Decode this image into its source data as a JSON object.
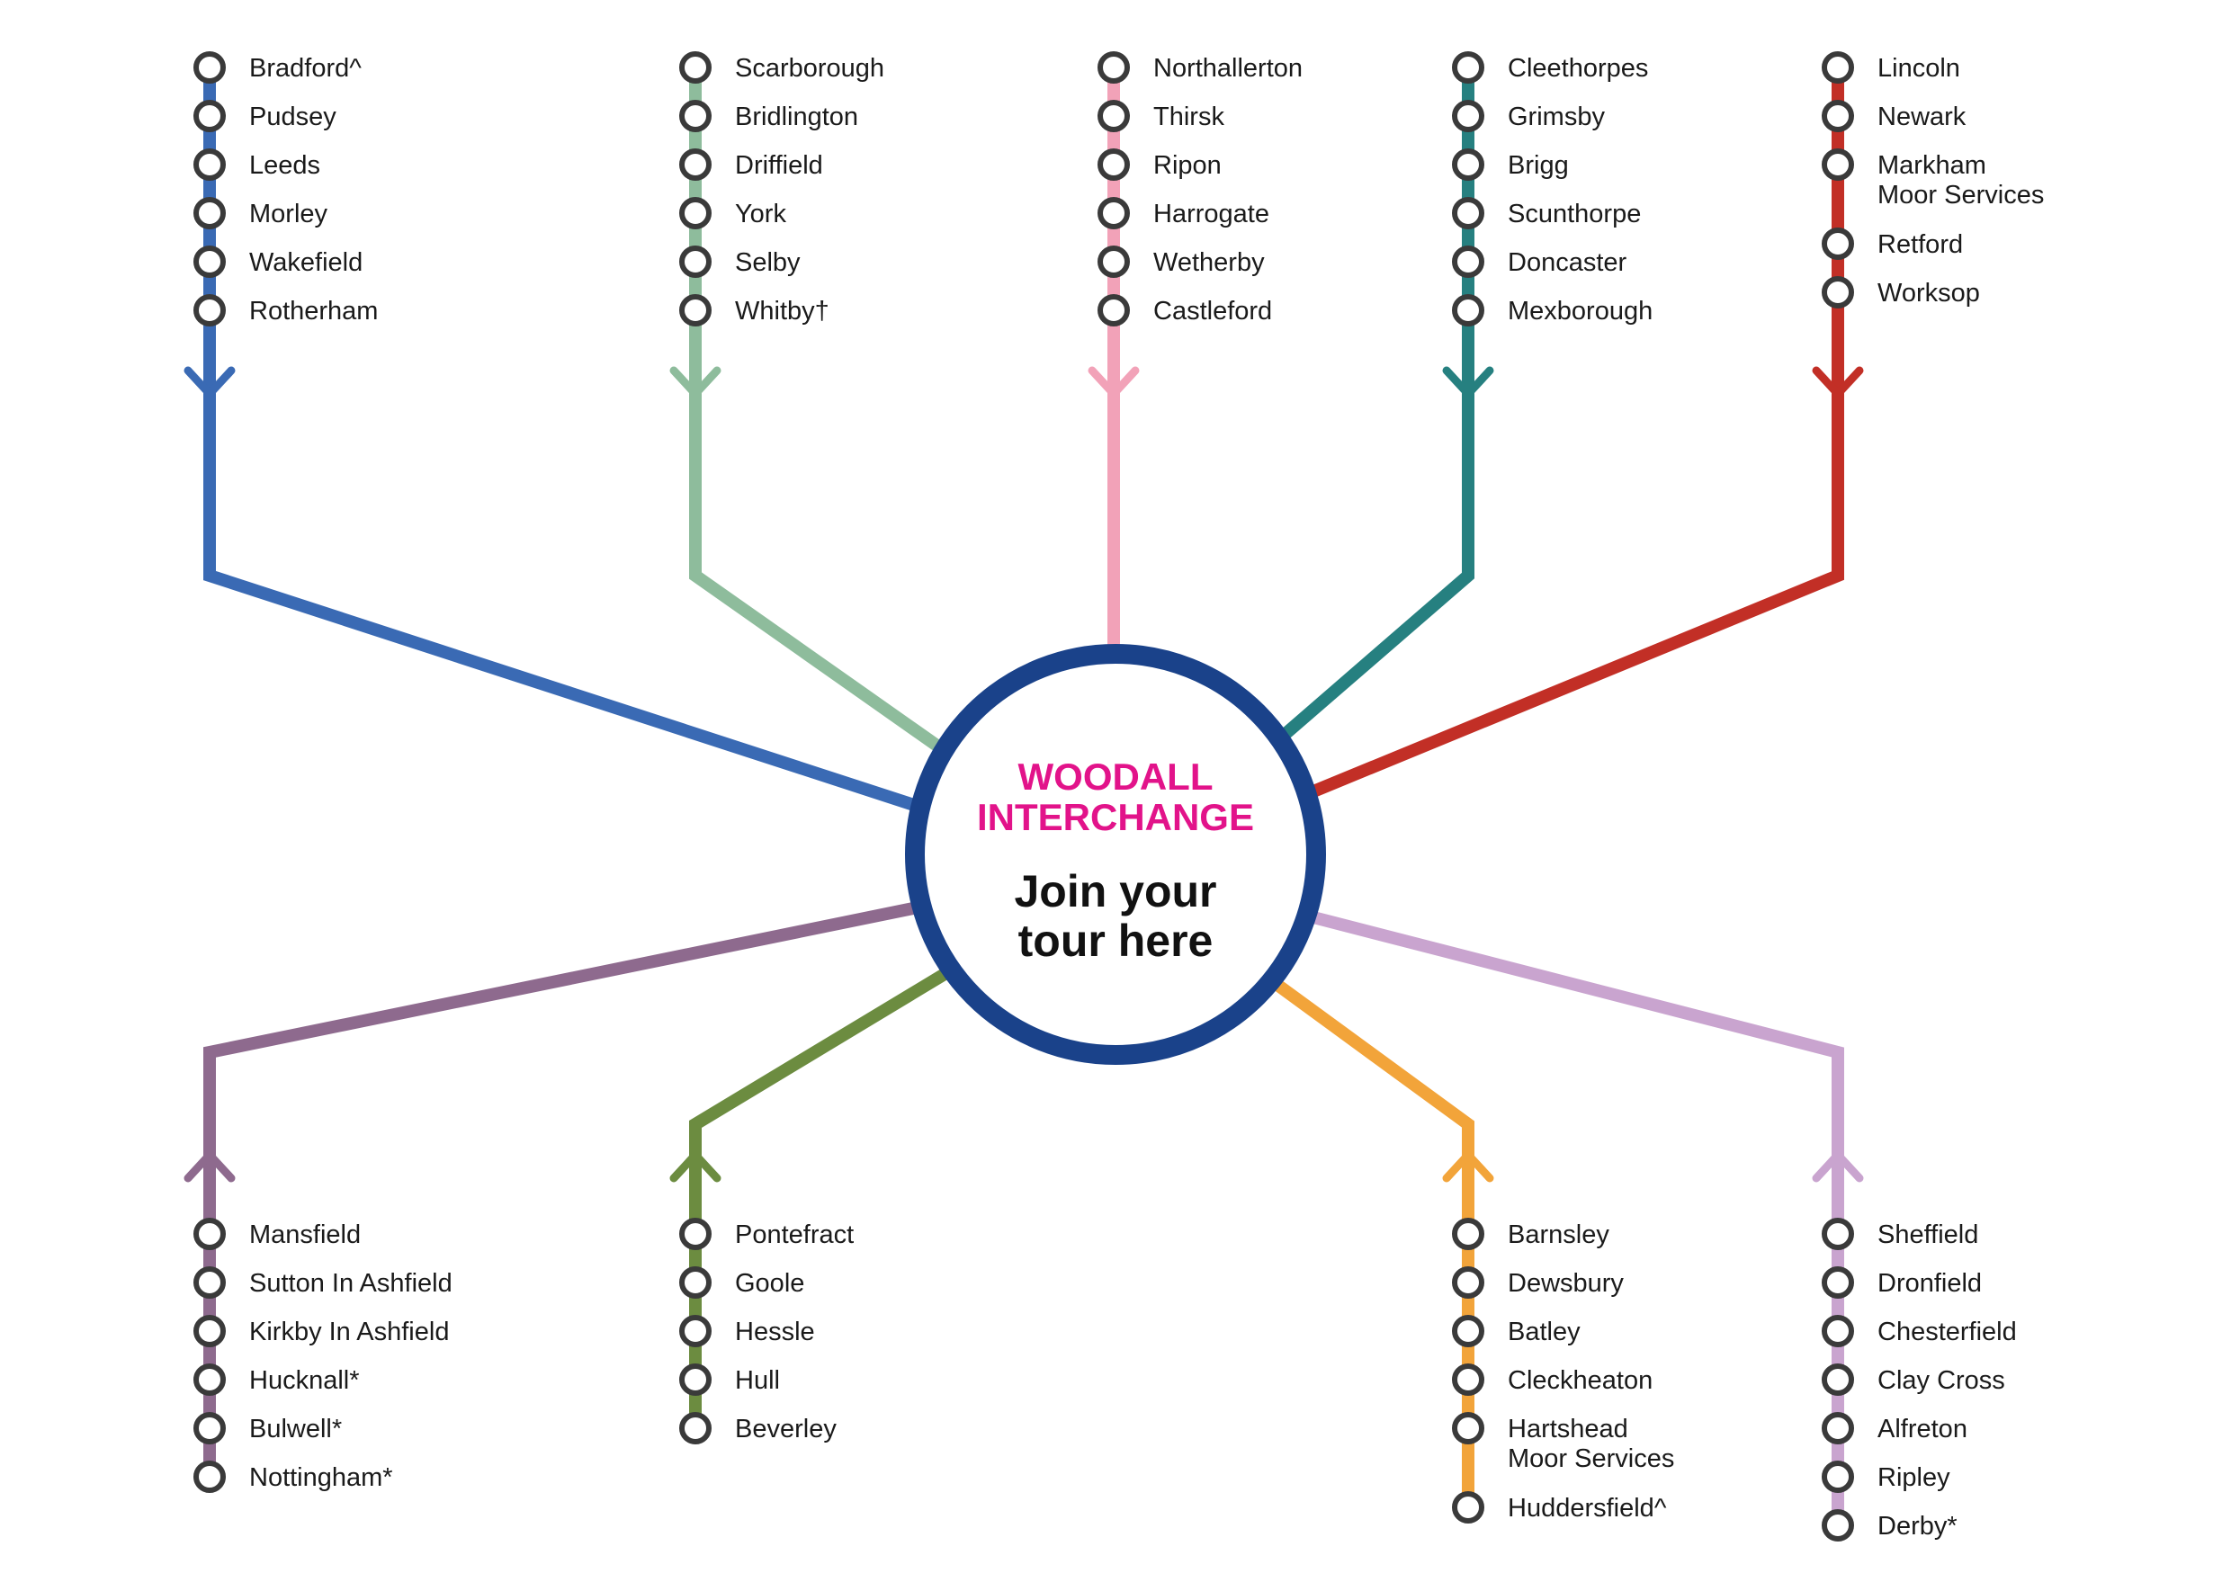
{
  "hub": {
    "title_line1": "WOODALL",
    "title_line2": "INTERCHANGE",
    "subtitle_line1": "Join your",
    "subtitle_line2": "tour here",
    "ring_color": "#1a428a",
    "title_color": "#e2138a"
  },
  "routes": [
    {
      "id": "bradford",
      "color": "#3a6ab4",
      "direction": "north",
      "stops": [
        "Bradford^",
        "Pudsey",
        "Leeds",
        "Morley",
        "Wakefield",
        "Rotherham"
      ]
    },
    {
      "id": "scarborough",
      "color": "#8ebc9c",
      "direction": "north",
      "stops": [
        "Scarborough",
        "Bridlington",
        "Driffield",
        "York",
        "Selby",
        "Whitby†"
      ]
    },
    {
      "id": "northallerton",
      "color": "#f2a2b8",
      "direction": "north",
      "stops": [
        "Northallerton",
        "Thirsk",
        "Ripon",
        "Harrogate",
        "Wetherby",
        "Castleford"
      ]
    },
    {
      "id": "cleethorpes",
      "color": "#268080",
      "direction": "north",
      "stops": [
        "Cleethorpes",
        "Grimsby",
        "Brigg",
        "Scunthorpe",
        "Doncaster",
        "Mexborough"
      ]
    },
    {
      "id": "lincoln",
      "color": "#c22f26",
      "direction": "north",
      "stops": [
        "Lincoln",
        "Newark",
        "Markham\nMoor Services",
        "Retford",
        "Worksop"
      ]
    },
    {
      "id": "mansfield",
      "color": "#8e6a8e",
      "direction": "south",
      "stops": [
        "Mansfield",
        "Sutton In Ashfield",
        "Kirkby In Ashfield",
        "Hucknall*",
        "Bulwell*",
        "Nottingham*"
      ]
    },
    {
      "id": "pontefract",
      "color": "#6c8c40",
      "direction": "south",
      "stops": [
        "Pontefract",
        "Goole",
        "Hessle",
        "Hull",
        "Beverley"
      ]
    },
    {
      "id": "barnsley",
      "color": "#f2a43a",
      "direction": "south",
      "stops": [
        "Barnsley",
        "Dewsbury",
        "Batley",
        "Cleckheaton",
        "Hartshead\nMoor Services",
        "Huddersfield^"
      ]
    },
    {
      "id": "sheffield",
      "color": "#c9a4cf",
      "direction": "south",
      "stops": [
        "Sheffield",
        "Dronfield",
        "Chesterfield",
        "Clay Cross",
        "Alfreton",
        "Ripley",
        "Derby*"
      ]
    }
  ]
}
